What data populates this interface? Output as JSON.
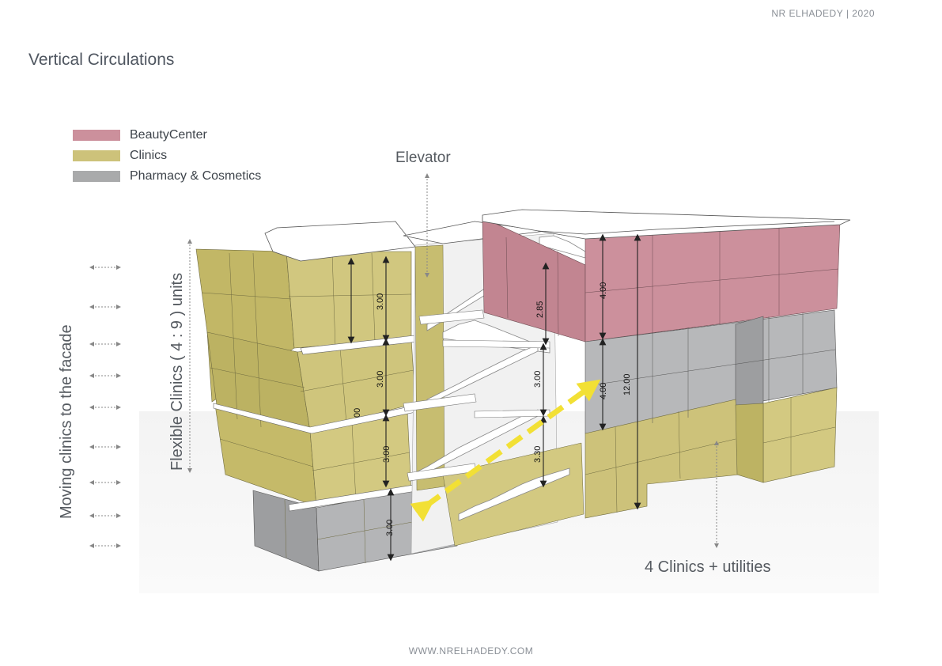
{
  "header": {
    "brand": "NR ELHADEDY  |  2020"
  },
  "page": {
    "title": "Vertical Circulations"
  },
  "legend": [
    {
      "label": "BeautyCenter",
      "color": "#cc909c"
    },
    {
      "label": "Clinics",
      "color": "#cdc27a"
    },
    {
      "label": "Pharmacy & Cosmetics",
      "color": "#a9aaab"
    }
  ],
  "annotations": {
    "elevator": "Elevator",
    "flexible_clinics": "Flexible Clinics  ( 4 : 9 ) units",
    "moving_clinics": "Moving clinics to the facade",
    "clinics_utilities": "4 Clinics + utilities"
  },
  "dimensions": {
    "d1": "3.00",
    "d2": "3.00",
    "d3": "3.00",
    "d4": "3.00",
    "d5": "2.85",
    "d6": "3.00",
    "d7": "3.30",
    "d8": "4.00",
    "d9": "4.00",
    "d10": "12.00",
    "d11": "00"
  },
  "footer": {
    "url": "WWW.NRELHADEDY.COM"
  },
  "colors": {
    "beauty_center": "#cc909c",
    "clinics": "#cdc27a",
    "pharmacy": "#a9aaab",
    "arrow_highlight": "#f2e035"
  }
}
